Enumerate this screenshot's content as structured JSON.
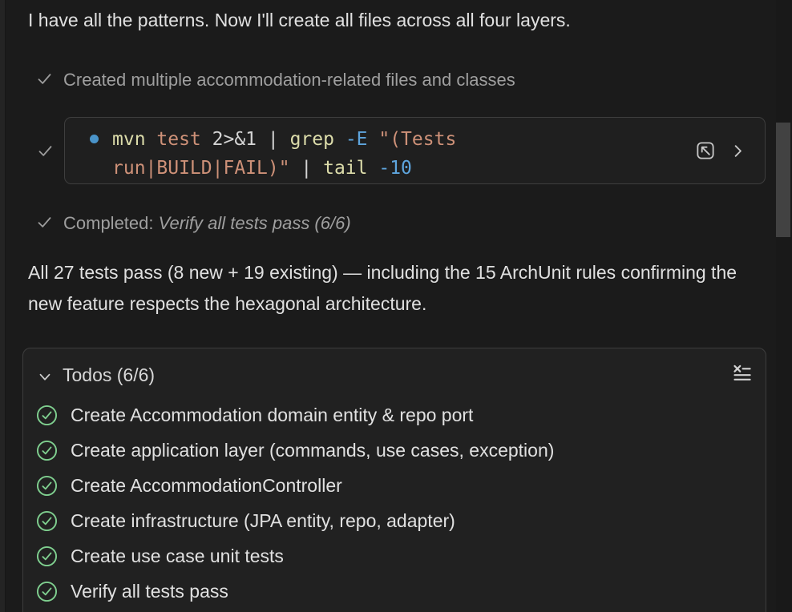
{
  "colors": {
    "bg": "#1b1b1b",
    "left_strip": "#242424",
    "panel_bg": "#212121",
    "border": "#3e3e3e",
    "code_bg": "#1f1f1f",
    "text_primary": "#e0e0e0",
    "text_muted": "#9f9f9f",
    "icon_gray": "#9c9c9c",
    "icon_light": "#c8c8c8",
    "green": "#7fcf8f",
    "code_yellow": "#dcdcaa",
    "code_orange": "#ce9178",
    "code_blue": "#5ea5dd",
    "code_plain": "#d4d4d4",
    "bullet_blue": "#4a94c9",
    "scroll_thumb": "#424242",
    "scroll_track": "#191919"
  },
  "intro": "I have all the patterns. Now I'll create all files across all four layers.",
  "steps": {
    "created": "Created multiple accommodation-related files and classes",
    "completed_prefix": "Completed: ",
    "completed_task": "Verify all tests pass (6/6)"
  },
  "terminal": {
    "lines": [
      [
        {
          "c": "y",
          "t": "mvn"
        },
        {
          "c": "o",
          "t": " test"
        },
        {
          "c": "w",
          "t": " 2>&1 | "
        },
        {
          "c": "y",
          "t": "grep"
        },
        {
          "c": "b",
          "t": " -E"
        },
        {
          "c": "o",
          "t": " \"(Tests"
        }
      ],
      [
        {
          "c": "o",
          "t": "run|BUILD|FAIL)\""
        },
        {
          "c": "w",
          "t": " | "
        },
        {
          "c": "y",
          "t": "tail"
        },
        {
          "c": "b",
          "t": " -10"
        }
      ]
    ]
  },
  "summary": "All 27 tests pass (8 new + 19 existing) — including the 15 ArchUnit rules confirming the new feature respects the hexagonal architecture.",
  "todos": {
    "title": "Todos (6/6)",
    "items": [
      "Create Accommodation domain entity & repo port",
      "Create application layer (commands, use cases, exception)",
      "Create AccommodationController",
      "Create infrastructure (JPA entity, repo, adapter)",
      "Create use case unit tests",
      "Verify all tests pass"
    ]
  }
}
